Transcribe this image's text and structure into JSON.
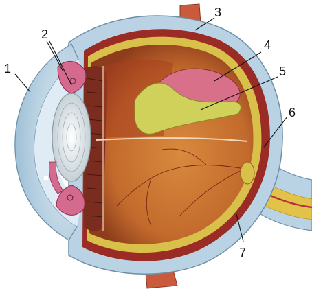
{
  "labels": [
    "1",
    "2",
    "3",
    "4",
    "5",
    "6",
    "7"
  ],
  "colors": {
    "sclera": "#b9d3e5",
    "sclera_edge": "#6f8fa6",
    "cornea": "#cfe3f0",
    "choroid": "#9a2b25",
    "retina": "#d8c04a",
    "vitreous": "#c9742e",
    "lens": "#e6ecef",
    "iris": "#d46a8d",
    "muscle": "#c75a3a",
    "nerve": "#e3c24a"
  }
}
